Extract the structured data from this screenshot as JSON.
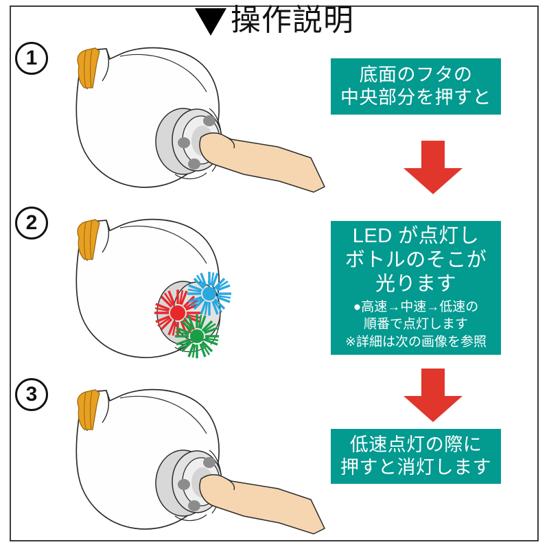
{
  "page": {
    "title_marker": "▼",
    "title": "操作説明",
    "background_color": "#ffffff",
    "border_color": "#3a3a3a"
  },
  "colors": {
    "teal_panel": "#039a90",
    "red_arrow": "#e0362c",
    "bottle_cap_orange": "#e8a022",
    "base_cap_gray": "#d8d8d8",
    "led_dot_gray": "#8c8c8c",
    "skin": "#f5d6b0",
    "led_red": "#e8282a",
    "led_blue": "#29a8e0",
    "led_green": "#1a9e45",
    "outline": "#2b2b2b"
  },
  "steps": [
    {
      "number": "1",
      "illustration": "bottle-finger-press-icon",
      "panel": {
        "lines": [
          "底面のフタの",
          "中央部分を押すと"
        ],
        "notes": []
      },
      "arrow_after": true
    },
    {
      "number": "2",
      "illustration": "bottle-led-glow-icon",
      "panel": {
        "lines": [
          "LED が点灯し",
          "ボトルのそこが",
          "光ります"
        ],
        "notes": [
          "●高速→中速→低速の",
          "順番で点灯します",
          "※詳細は次の画像を参照"
        ]
      },
      "arrow_after": true
    },
    {
      "number": "3",
      "illustration": "bottle-finger-press-icon",
      "panel": {
        "lines": [
          "低速点灯の際に",
          "押すと消灯します"
        ],
        "notes": []
      },
      "arrow_after": false
    }
  ]
}
